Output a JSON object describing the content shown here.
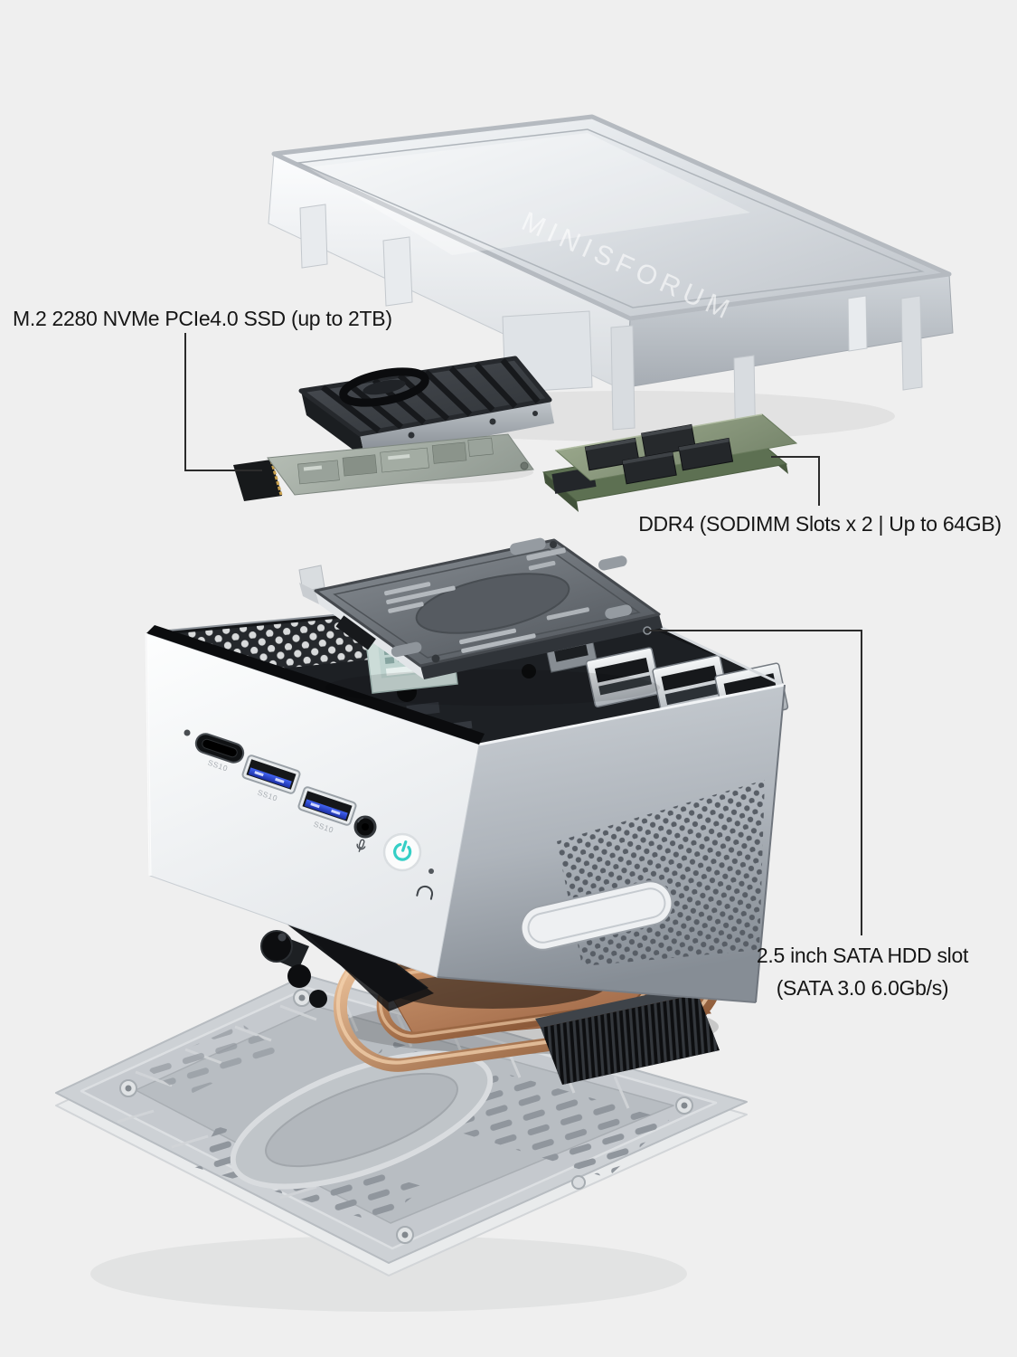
{
  "callouts": {
    "m2_ssd_label": "M.2 2280 NVMe PCIe4.0 SSD (up to 2TB)",
    "ddr4_label": "DDR4 (SODIMM Slots x 2 | Up to 64GB)",
    "hdd_label_line1": "2.5 inch SATA HDD slot",
    "hdd_label_line2": "(SATA 3.0 6.0Gb/s)"
  },
  "branding": {
    "logo_text": "MINISFORUM"
  },
  "front_panel": {
    "port_badge": "SS10",
    "icons": [
      "mic-pinhole",
      "usb-c-port",
      "usb-a-port",
      "usb-a-port",
      "audio-jack",
      "mic-icon",
      "power-button",
      "reset-pinhole",
      "headphone-icon"
    ]
  },
  "components_icons": [
    "top-cover",
    "ssd-heatsink",
    "m2-ssd",
    "ram-modules",
    "hdd-drive",
    "chassis",
    "wifi-module",
    "rear-port-blocks",
    "copper-heatpipe-cooler",
    "fin-stack",
    "bottom-cover"
  ],
  "colors": {
    "background": "#efefef",
    "label_text": "#161616",
    "leader_line": "#2b2b2b",
    "usb_blue": "#2846cf",
    "power_accent": "#35cfc6",
    "copper": "#bb835c",
    "chassis_silver": "#c9ced3",
    "pcb_green": "#8a997c"
  }
}
